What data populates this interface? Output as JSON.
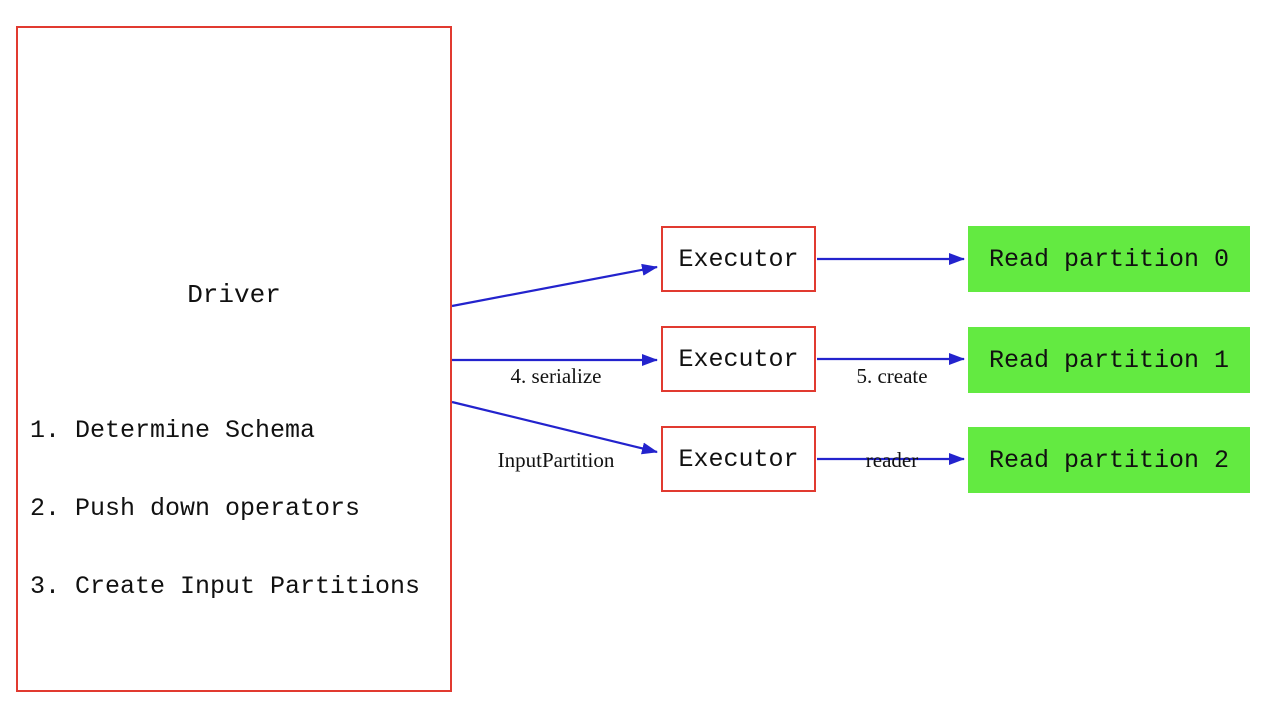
{
  "diagram": {
    "driver": {
      "title": "Driver",
      "steps": [
        "1. Determine Schema",
        "2. Push down operators",
        "3. Create Input Partitions"
      ]
    },
    "executors": [
      {
        "label": "Executor"
      },
      {
        "label": "Executor"
      },
      {
        "label": "Executor"
      }
    ],
    "partitions": [
      {
        "label": "Read partition 0"
      },
      {
        "label": "Read partition 1"
      },
      {
        "label": "Read partition 2"
      }
    ],
    "edge_labels": {
      "serialize": {
        "line1": "4. serialize",
        "line2": "InputPartition"
      },
      "create_reader": {
        "line1": "5. create",
        "line2": "reader"
      }
    },
    "colors": {
      "box_border": "#e13a30",
      "arrow": "#2323cd",
      "partition_fill": "#63ea41",
      "text": "#111111"
    }
  }
}
